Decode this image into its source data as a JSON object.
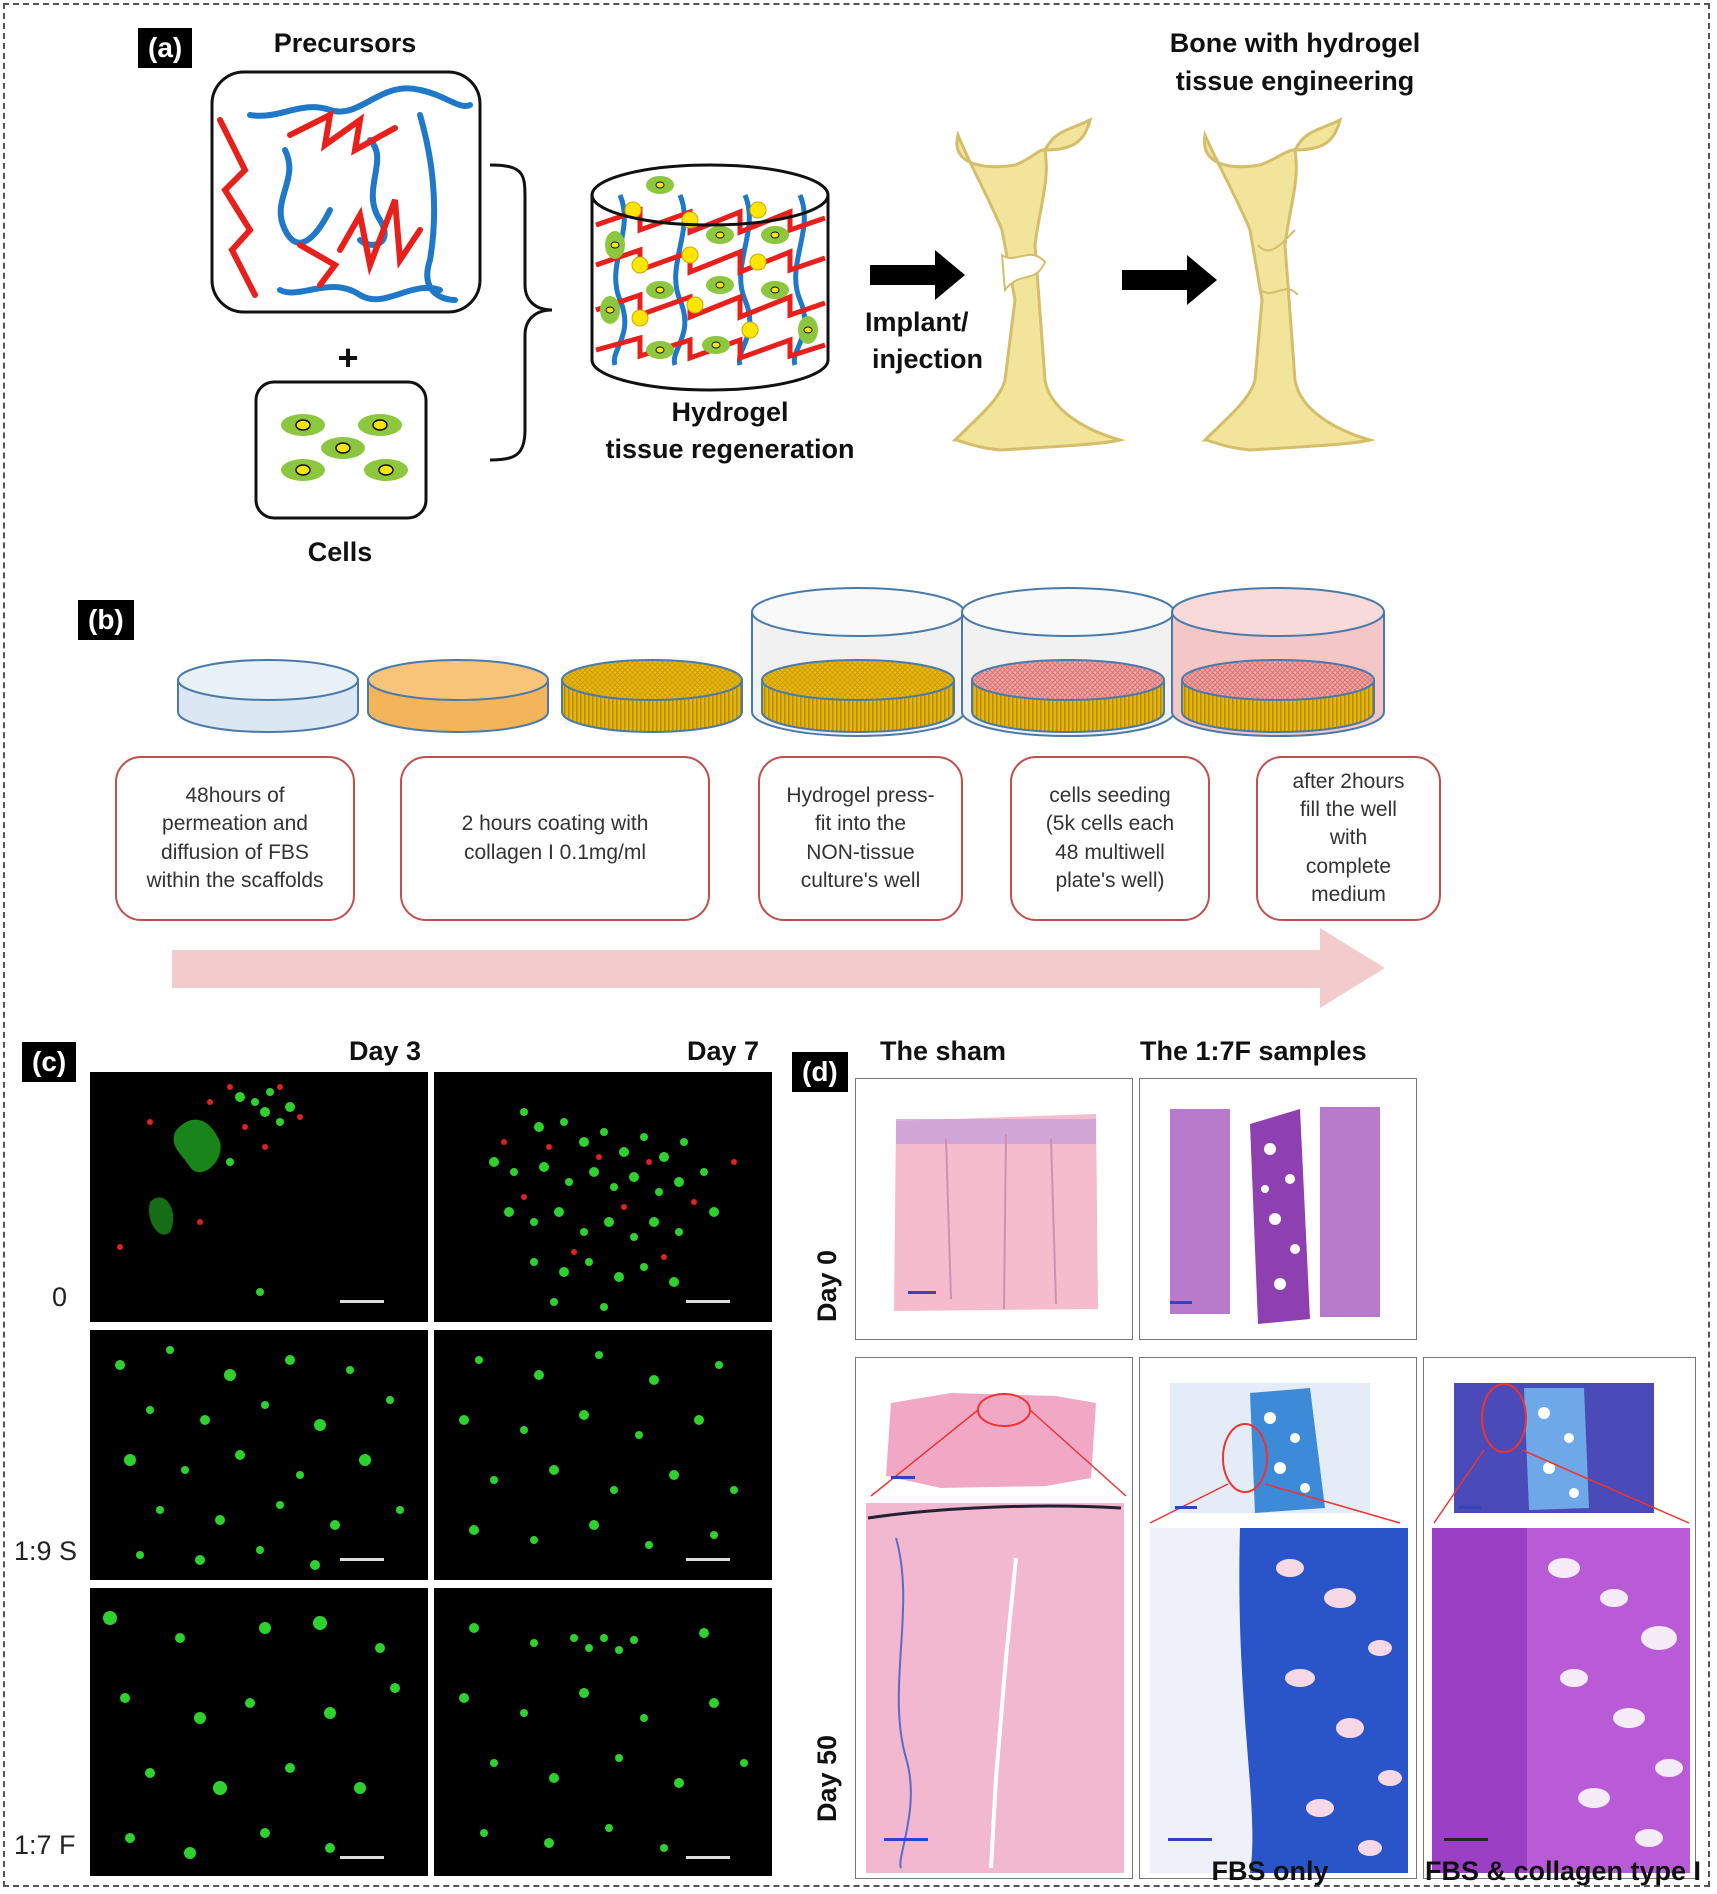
{
  "panel_a": {
    "tag": "(a)",
    "precursors_label": "Precursors",
    "plus": "+",
    "cells_label": "Cells",
    "hydrogel_label_1": "Hydrogel",
    "hydrogel_label_2": "tissue regeneration",
    "implant_label_1": "Implant/",
    "implant_label_2": "injection",
    "bone_label_1": "Bone with hydrogel",
    "bone_label_2": "tissue engineering"
  },
  "panel_b": {
    "tag": "(b)",
    "steps": [
      "48hours of\npermeation and\ndiffusion of FBS\nwithin the scaffolds",
      "2 hours coating with\ncollagen I  0.1mg/ml",
      "Hydrogel press-\nfit into the\nNON-tissue\nculture's well",
      "cells seeding\n(5k cells each\n48 multiwell\nplate's well)",
      "after 2hours\nfill the well\nwith\ncomplete\nmedium"
    ]
  },
  "panel_c": {
    "tag": "(c)",
    "col_day3": "Day 3",
    "col_day7": "Day 7",
    "row_0": "0",
    "row_19s": "1:9 S",
    "row_17f": "1:7 F"
  },
  "panel_d": {
    "tag": "(d)",
    "col_sham": "The sham",
    "col_samples": "The 1:7F samples",
    "row_day0": "Day 0",
    "row_day50": "Day 50",
    "caption_fbs": "FBS only",
    "caption_fbs_collagen": "FBS & collagen type I"
  },
  "colors": {
    "polymer_red": "#e8201c",
    "polymer_blue": "#1f78c8",
    "cell_green": "#8dc63f",
    "nucleus_yellow": "#ffe600",
    "bone": "#f3e49b",
    "step_border": "#c0504d",
    "timeline_arrow": "#f2cccc",
    "he_pink": "#f2b8cf",
    "alcian_blue": "#2a55c8",
    "purple": "#9b3fc4"
  }
}
